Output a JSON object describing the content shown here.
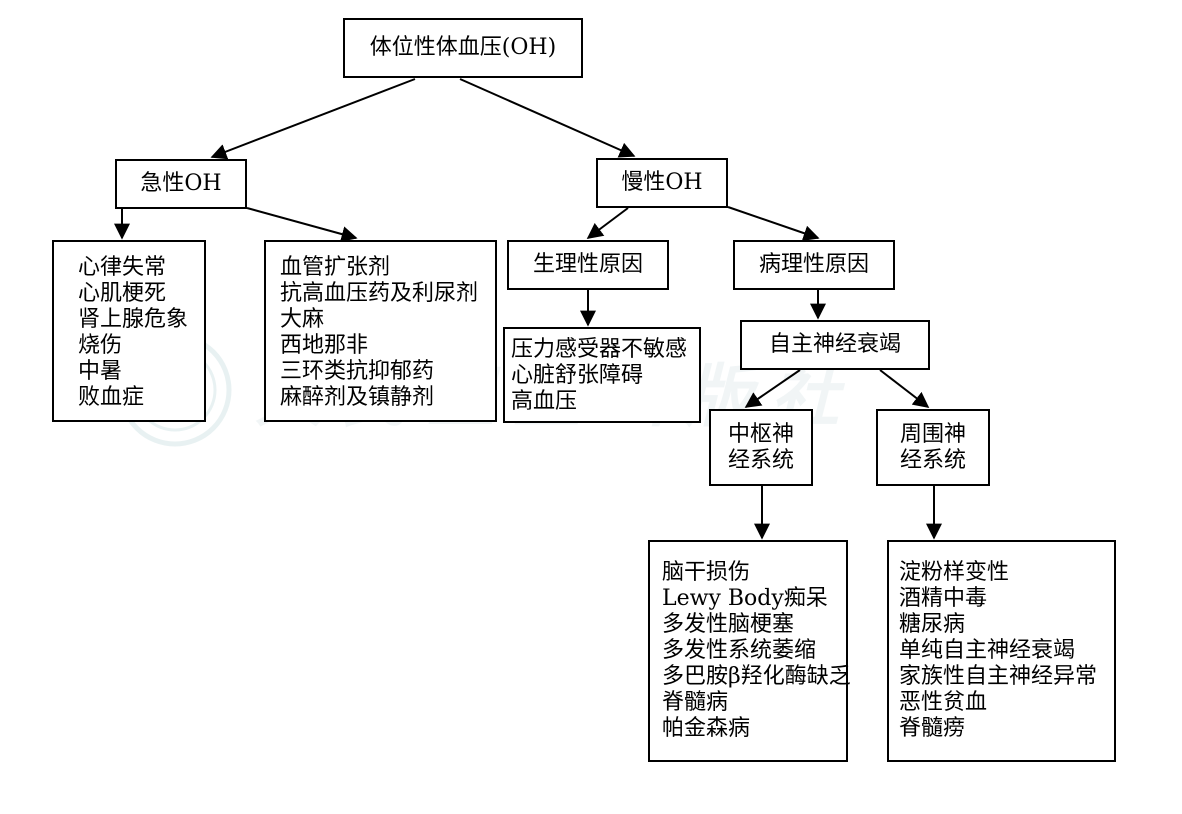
{
  "root": "体位性体血压(OH)",
  "acute": {
    "title": "急性OH",
    "cardiac": [
      "心律失常",
      "心肌梗死",
      "肾上腺危象",
      "烧伤",
      "中暑",
      "败血症"
    ],
    "drugs": [
      "血管扩张剂",
      "抗高血压药及利尿剂",
      "大麻",
      "西地那非",
      "三环类抗抑郁药",
      "麻醉剂及镇静剂"
    ]
  },
  "chronic": {
    "title": "慢性OH",
    "physiological": {
      "title": "生理性原因",
      "items": [
        "压力感受器不敏感",
        "心脏舒张障碍",
        "高血压"
      ]
    },
    "pathological": {
      "title": "病理性原因",
      "autonomic": "自主神经衰竭",
      "central": {
        "title": [
          "中枢神",
          "经系统"
        ],
        "items": [
          "脑干损伤",
          "Lewy Body痴呆",
          "多发性脑梗塞",
          "多发性系统萎缩",
          "多巴胺β羟化酶缺乏",
          "脊髓病",
          "帕金森病"
        ]
      },
      "peripheral": {
        "title": [
          "周围神",
          "经系统"
        ],
        "items": [
          "淀粉样变性",
          "酒精中毒",
          "糖尿病",
          "单纯自主神经衰竭",
          "家族性自主神经异常",
          "恶性贫血",
          "脊髓痨"
        ]
      }
    }
  },
  "watermark": "人民卫生出版社",
  "colors": {
    "line": "#000000",
    "watermark": "#d7e7e8"
  }
}
